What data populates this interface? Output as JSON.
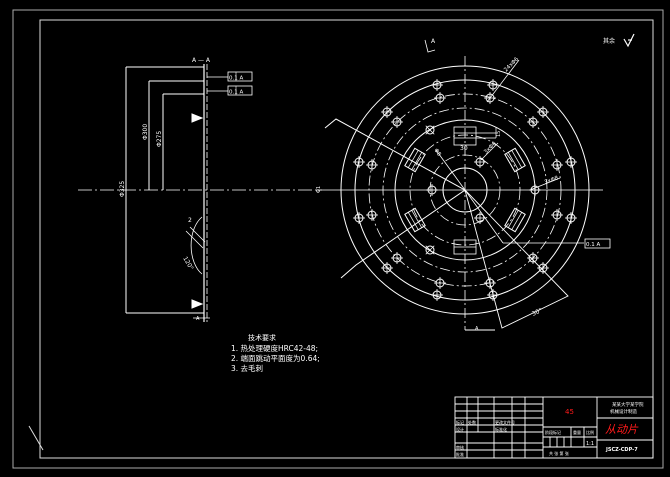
{
  "drawing": {
    "part_name": "从动片",
    "material": "45",
    "drawing_number": "JSCZ-CDP-7",
    "company_line1": "某某大学某学院",
    "company_line2": "机械设计制造",
    "scale": "1:1",
    "roughness_symbol": "其余",
    "colors": {
      "background": "#000000",
      "line": "#ffffff",
      "title_red": "#ff1a1a"
    }
  },
  "section_view": {
    "label": "A — A",
    "bottom_label": "A",
    "dim_outer": "Φ325",
    "dim_mid": "Φ300",
    "dim_inner": "Φ275",
    "tolerance_1": "0.1 A",
    "tolerance_2": "0.1 A",
    "angle": "120°",
    "chamfer": "2"
  },
  "plan_view": {
    "section_label_top": "A",
    "section_label_bottom": "A",
    "hole_spec_1": "24xΦ6",
    "hole_spec_2": "3xΦ8",
    "hole_spec_3": "Φ8",
    "hole_spec_4": "3xΦ6",
    "slot_width": "30",
    "slot_height": "15",
    "angle": "30°",
    "tolerance": "0.1 A",
    "left_dim": "Φ1"
  },
  "notes": {
    "title": "技术要求",
    "items": [
      "1. 热处理硬度HRC42-48;",
      "2. 端面跳动平面度为0.64;",
      "3. 去毛刺"
    ]
  },
  "title_block": {
    "rows": [
      "标记",
      "处数",
      "分区",
      "更改文件号",
      "签名",
      "年月日"
    ],
    "designer": "设计",
    "standard": "标准化",
    "checker": "审核",
    "approver": "批准",
    "stage": "阶段标记",
    "weight": "重量",
    "scale_label": "比例",
    "sheet": "共 张 第 张"
  }
}
